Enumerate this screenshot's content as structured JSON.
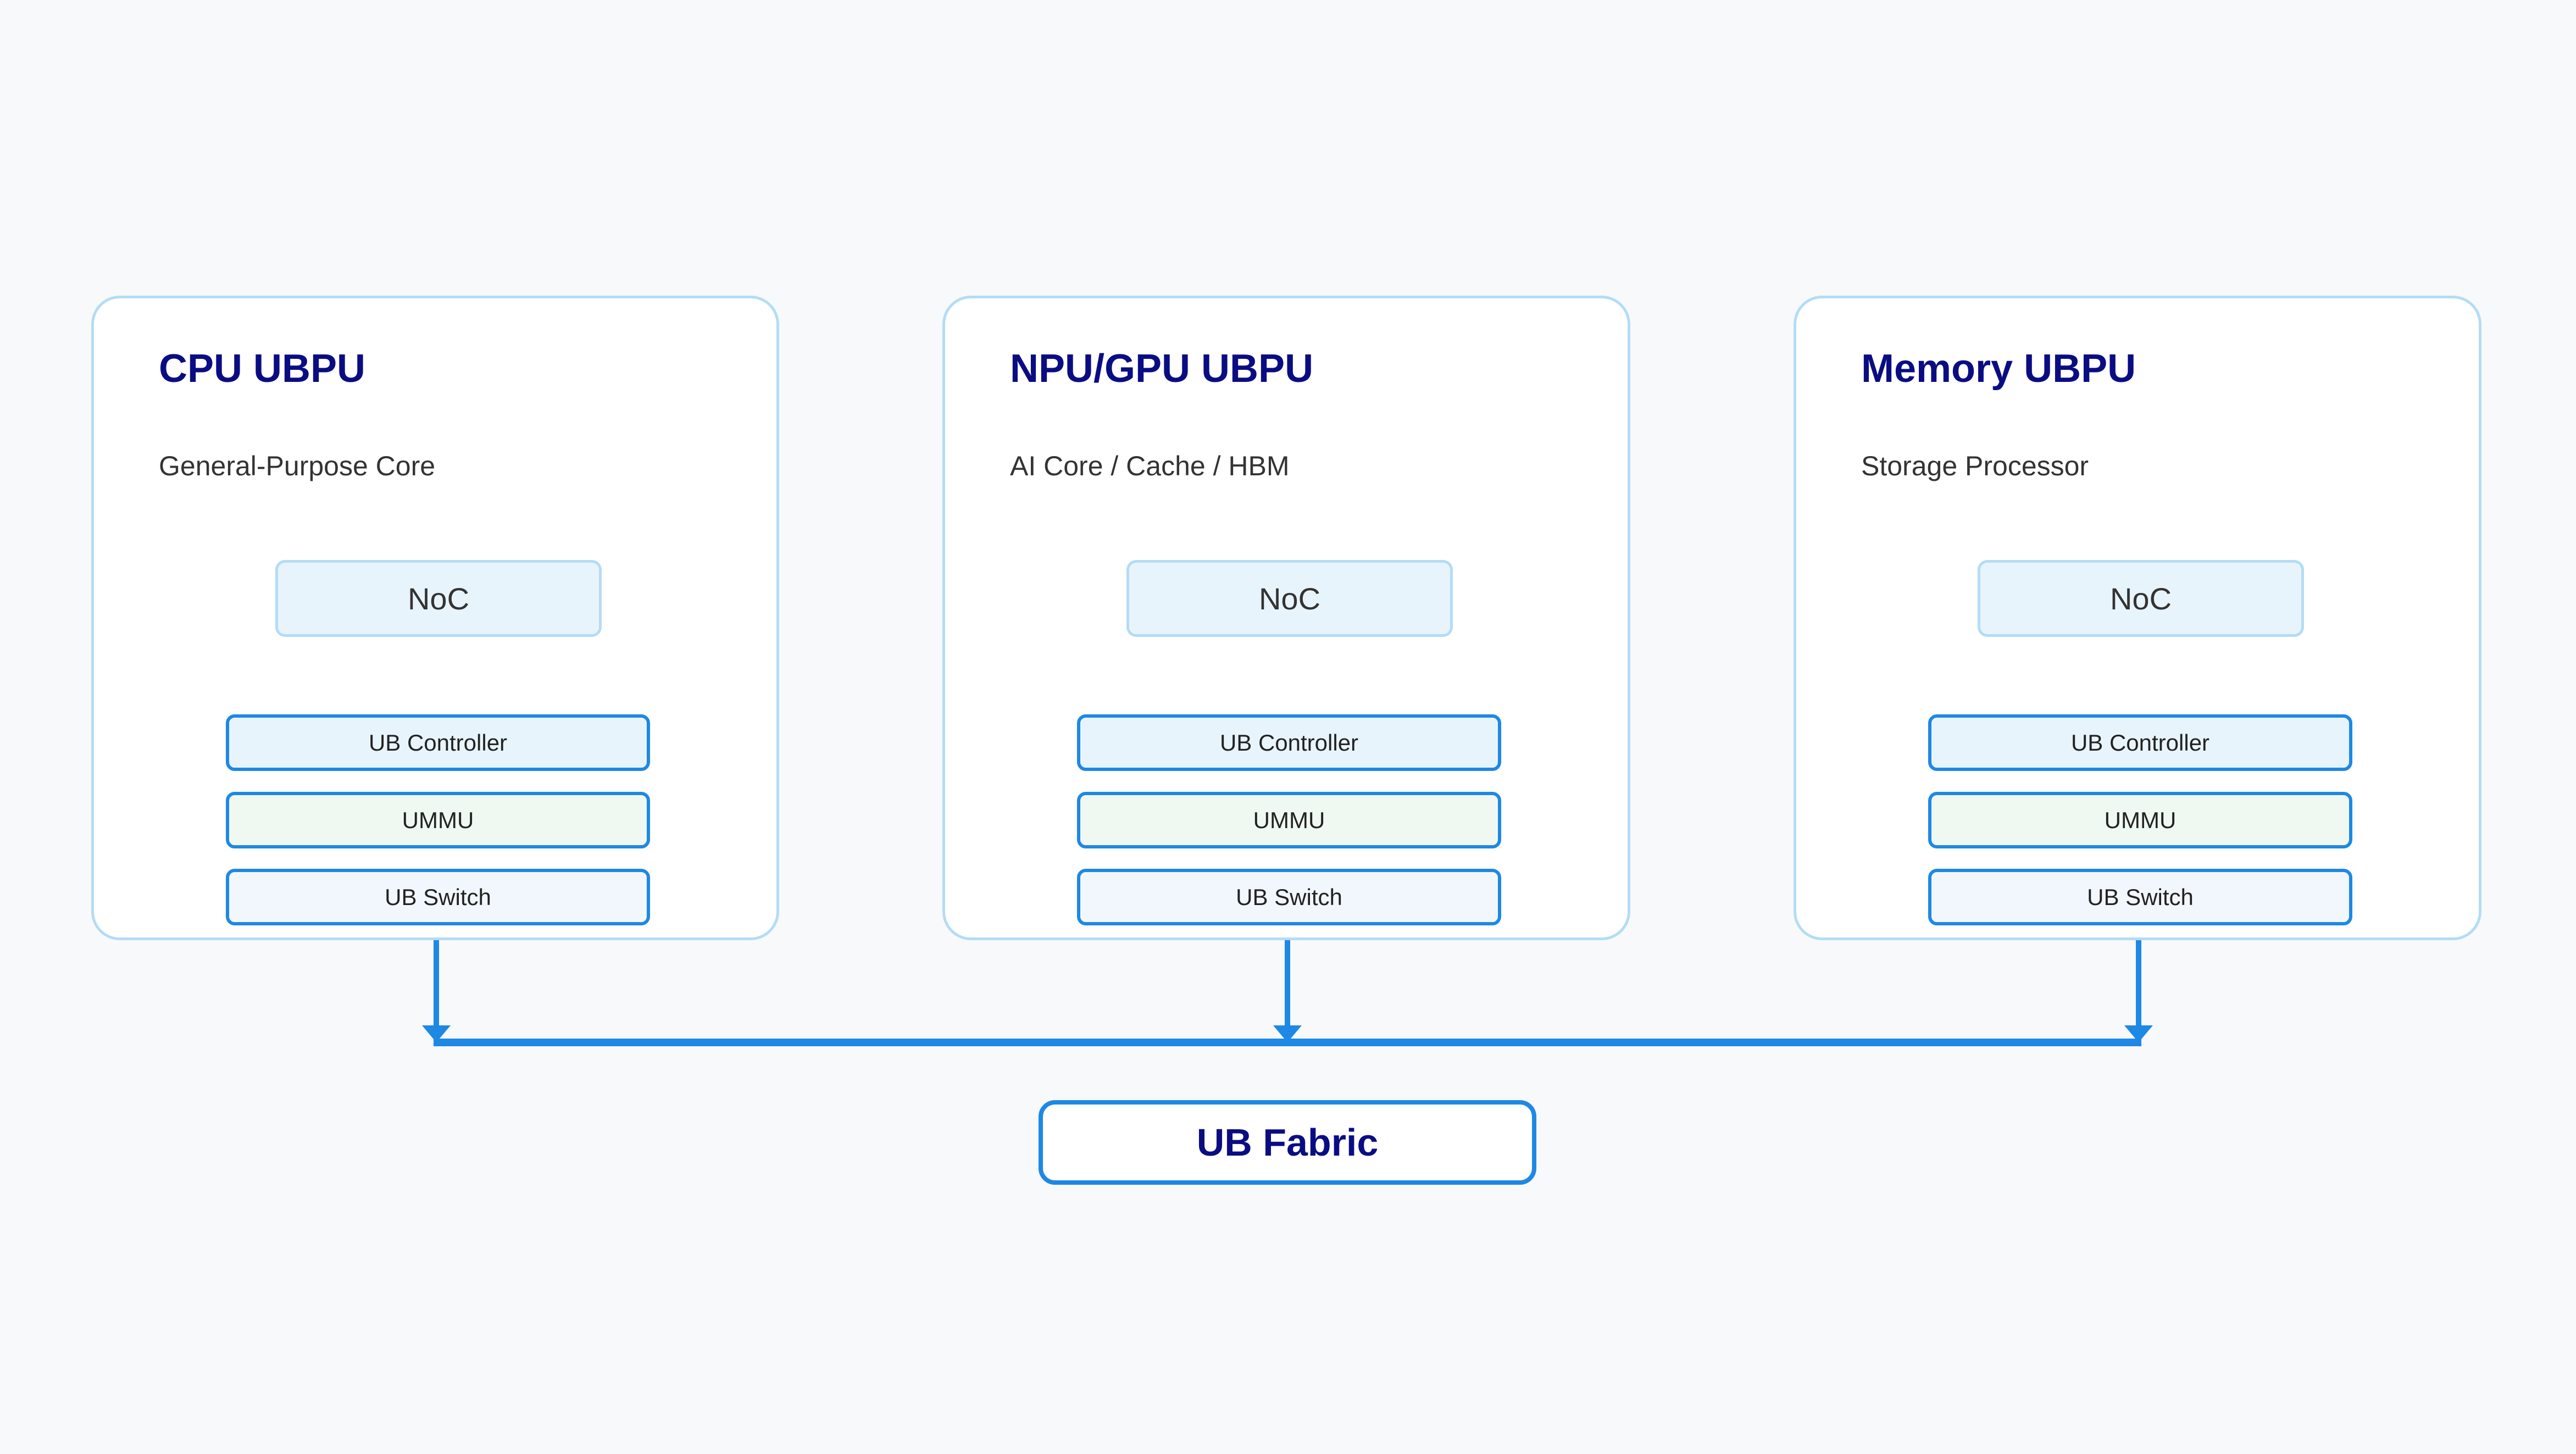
{
  "colors": {
    "background": "#f8f9fb",
    "panel_border": "#b4dcf5",
    "title": "#0a0d82",
    "connector": "#1e88e5",
    "noc_fill": "#e8f4fc",
    "controller_fill": "#e8f4fc",
    "ummu_fill": "#f0f9f1",
    "switch_fill": "#f1f7fc"
  },
  "ubpus": [
    {
      "title": "CPU UBPU",
      "subtitle": "General-Purpose Core",
      "noc": "NoC",
      "controller": "UB Controller",
      "ummu": "UMMU",
      "switch": "UB Switch"
    },
    {
      "title": "NPU/GPU UBPU",
      "subtitle": "AI Core / Cache / HBM",
      "noc": "NoC",
      "controller": "UB Controller",
      "ummu": "UMMU",
      "switch": "UB Switch"
    },
    {
      "title": "Memory UBPU",
      "subtitle": "Storage Processor",
      "noc": "NoC",
      "controller": "UB Controller",
      "ummu": "UMMU",
      "switch": "UB Switch"
    }
  ],
  "fabric": {
    "label": "UB Fabric"
  }
}
